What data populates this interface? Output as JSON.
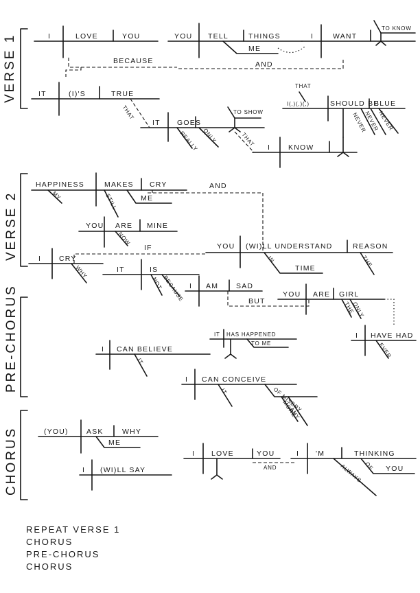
{
  "sections": {
    "verse1": "VERSE 1",
    "verse2": "VERSE 2",
    "prechorus": "PRE-CHORUS",
    "chorus": "CHORUS"
  },
  "words": {
    "w1": "I",
    "w2": "LOVE",
    "w3": "YOU",
    "w4": "YOU",
    "w5": "TELL",
    "w6": "THINGS",
    "w7": "ME",
    "w8": "I",
    "w9": "WANT",
    "w10": "TO KNOW",
    "w11": "BECAUSE",
    "w12": "AND",
    "w13": "IT",
    "w14": "(I)'S",
    "w15": "TRUE",
    "w16": "THAT",
    "w17": "IT",
    "w18": "GOES",
    "w19": "REALLY",
    "w20": "ONLY",
    "w21": "TO SHOW",
    "w22": "THAT",
    "w23": "I",
    "w24": "KNOW",
    "w25": "THAT",
    "w26": "I(,)(,)(,)",
    "w27": "SHOULD BE",
    "w28": "BLUE",
    "w29": "NEVER",
    "w30": "NEVER",
    "w31": "NEVER",
    "w32": "HAPPINESS",
    "w33": "MAKES",
    "w34": "CRY",
    "w35": "MY",
    "w36": "STILL",
    "w37": "ME",
    "w38": "AND",
    "w39": "YOU",
    "w40": "ARE",
    "w41": "MINE",
    "w42": "NOW",
    "w43": "YOU",
    "w44": "(WI)LL UNDERSTAND",
    "w45": "REASON",
    "w46": "IN",
    "w47": "TIME",
    "w48": "THE",
    "w49": "I",
    "w50": "CRY",
    "w51": "WHY",
    "w52": "IF",
    "w53": "IT",
    "w54": "IS",
    "w55": "NOT",
    "w56": "BECAUSE",
    "w57": "I",
    "w58": "AM",
    "w59": "SAD",
    "w60": "BUT",
    "w61": "YOU",
    "w62": "ARE",
    "w63": "GIRL",
    "w64": "THE",
    "w65": "ONLY",
    "w66": "IT",
    "w67": "HAS HAPPENED",
    "w68": "TO ME",
    "w69": "I",
    "w70": "HAVE HAD",
    "w71": "EVER",
    "w72": "I",
    "w73": "CAN BELIEVE",
    "w74": "IT",
    "w75": "I",
    "w76": "CAN CONCEIVE",
    "w77": "IT",
    "w78": "OF MISERY",
    "w79": "MORE",
    "w80": "ANY",
    "w81": "(YOU)",
    "w82": "ASK",
    "w83": "WHY",
    "w84": "ME",
    "w85": "I",
    "w86": "(WI)LL SAY",
    "w87": "I",
    "w88": "LOVE",
    "w89": "YOU",
    "w90": "AND",
    "w91": "I",
    "w92": "'M",
    "w93": "THINKING",
    "w94": "OF",
    "w95": "YOU",
    "w96": "ALWAYS"
  },
  "footer": [
    "REPEAT VERSE 1",
    "CHORUS",
    "PRE-CHORUS",
    "CHORUS"
  ]
}
